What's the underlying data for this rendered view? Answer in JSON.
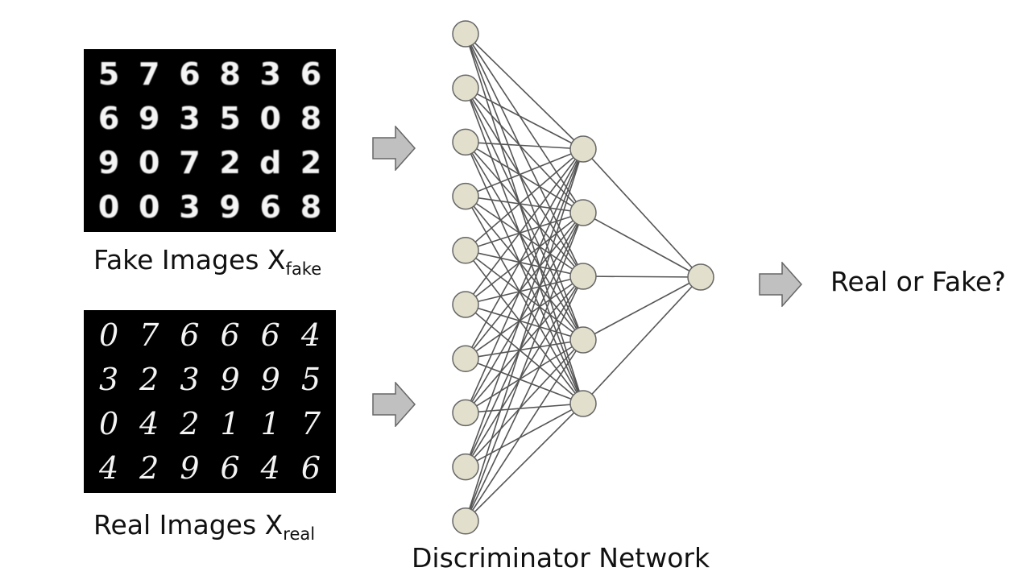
{
  "fake_caption": {
    "main": "Fake Images X",
    "sub": "fake"
  },
  "real_caption": {
    "main": "Real Images X",
    "sub": "real"
  },
  "network_title": "Discriminator Network",
  "output_label": "Real or Fake?",
  "fake_digits": [
    "5",
    "7",
    "6",
    "8",
    "3",
    "6",
    "6",
    "9",
    "3",
    "5",
    "0",
    "8",
    "9",
    "0",
    "7",
    "2",
    "d",
    "2",
    "0",
    "0",
    "3",
    "9",
    "6",
    "8"
  ],
  "real_digits": [
    "0",
    "7",
    "6",
    "6",
    "6",
    "4",
    "3",
    "2",
    "3",
    "9",
    "9",
    "5",
    "0",
    "4",
    "2",
    "1",
    "1",
    "7",
    "4",
    "2",
    "9",
    "6",
    "4",
    "6"
  ],
  "network": {
    "layer_sizes": [
      10,
      5,
      1
    ],
    "node_fill": "#e2dfcc",
    "node_stroke": "#666666",
    "edge_color": "#555555"
  },
  "arrow_color": "#c0c0c0"
}
